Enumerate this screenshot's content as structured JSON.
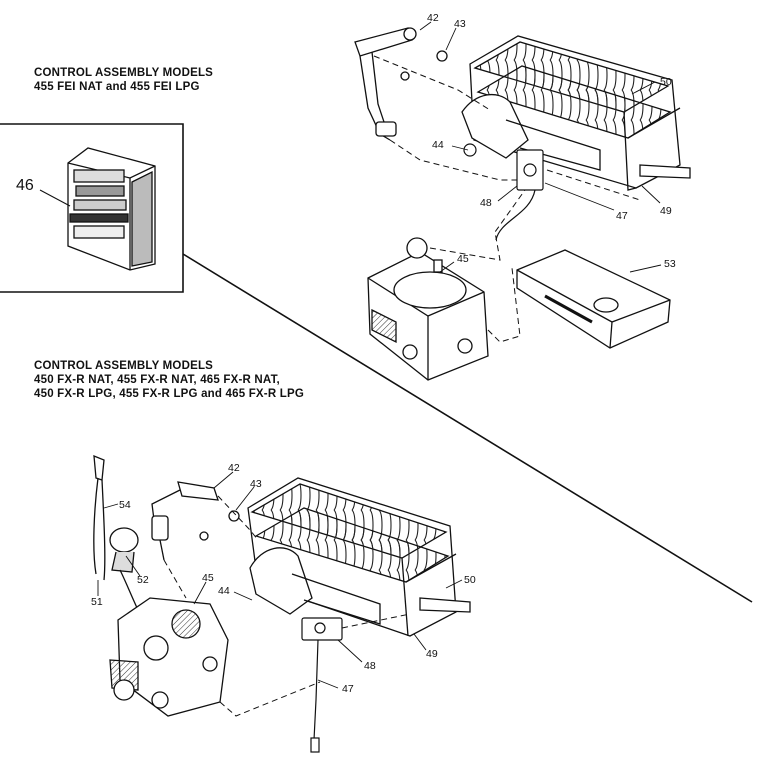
{
  "top_section": {
    "heading_line1": "CONTROL ASSEMBLY MODELS",
    "heading_line2": "455 FEI NAT and 455 FEI LPG",
    "callouts": {
      "thermostat": "46",
      "orifice_elbow": "42",
      "orifice": "43",
      "burner": "50",
      "nut": "44",
      "pilot_bracket": "48",
      "thermocouple": "47",
      "screw": "49",
      "gas_valve": "45",
      "module": "53"
    }
  },
  "bottom_section": {
    "heading_line1": "CONTROL ASSEMBLY MODELS",
    "heading_line2": "450 FX-R NAT, 455 FX-R NAT, 465 FX-R NAT,",
    "heading_line3": "450 FX-R LPG, 455 FX-R LPG and 465 FX-R LPG",
    "callouts": {
      "orifice_elbow": "42",
      "orifice": "43",
      "electrode_wire": "54",
      "igniter": "52",
      "wire": "51",
      "gas_valve": "45",
      "nut": "44",
      "burner": "50",
      "pilot_bracket": "48",
      "screw": "49",
      "thermocouple": "47"
    }
  }
}
